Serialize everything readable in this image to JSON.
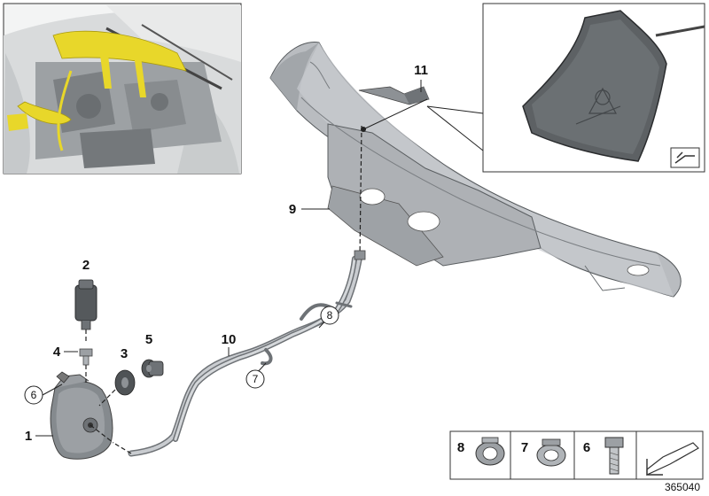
{
  "diagram": {
    "callouts": {
      "c1": "1",
      "c2": "2",
      "c3": "3",
      "c4": "4",
      "c5": "5",
      "c9": "9",
      "c10": "10",
      "c11": "11"
    },
    "circled": {
      "left6": "6",
      "mid7": "7",
      "mid8": "8"
    },
    "legend": {
      "item8": "8",
      "item7": "7",
      "item6": "6"
    },
    "reference_number": "365040"
  },
  "colors": {
    "part_fill": "#b9bcc0",
    "part_dark": "#6e7276",
    "highlight_yellow": "#e8d72a",
    "frame": "#333333"
  }
}
